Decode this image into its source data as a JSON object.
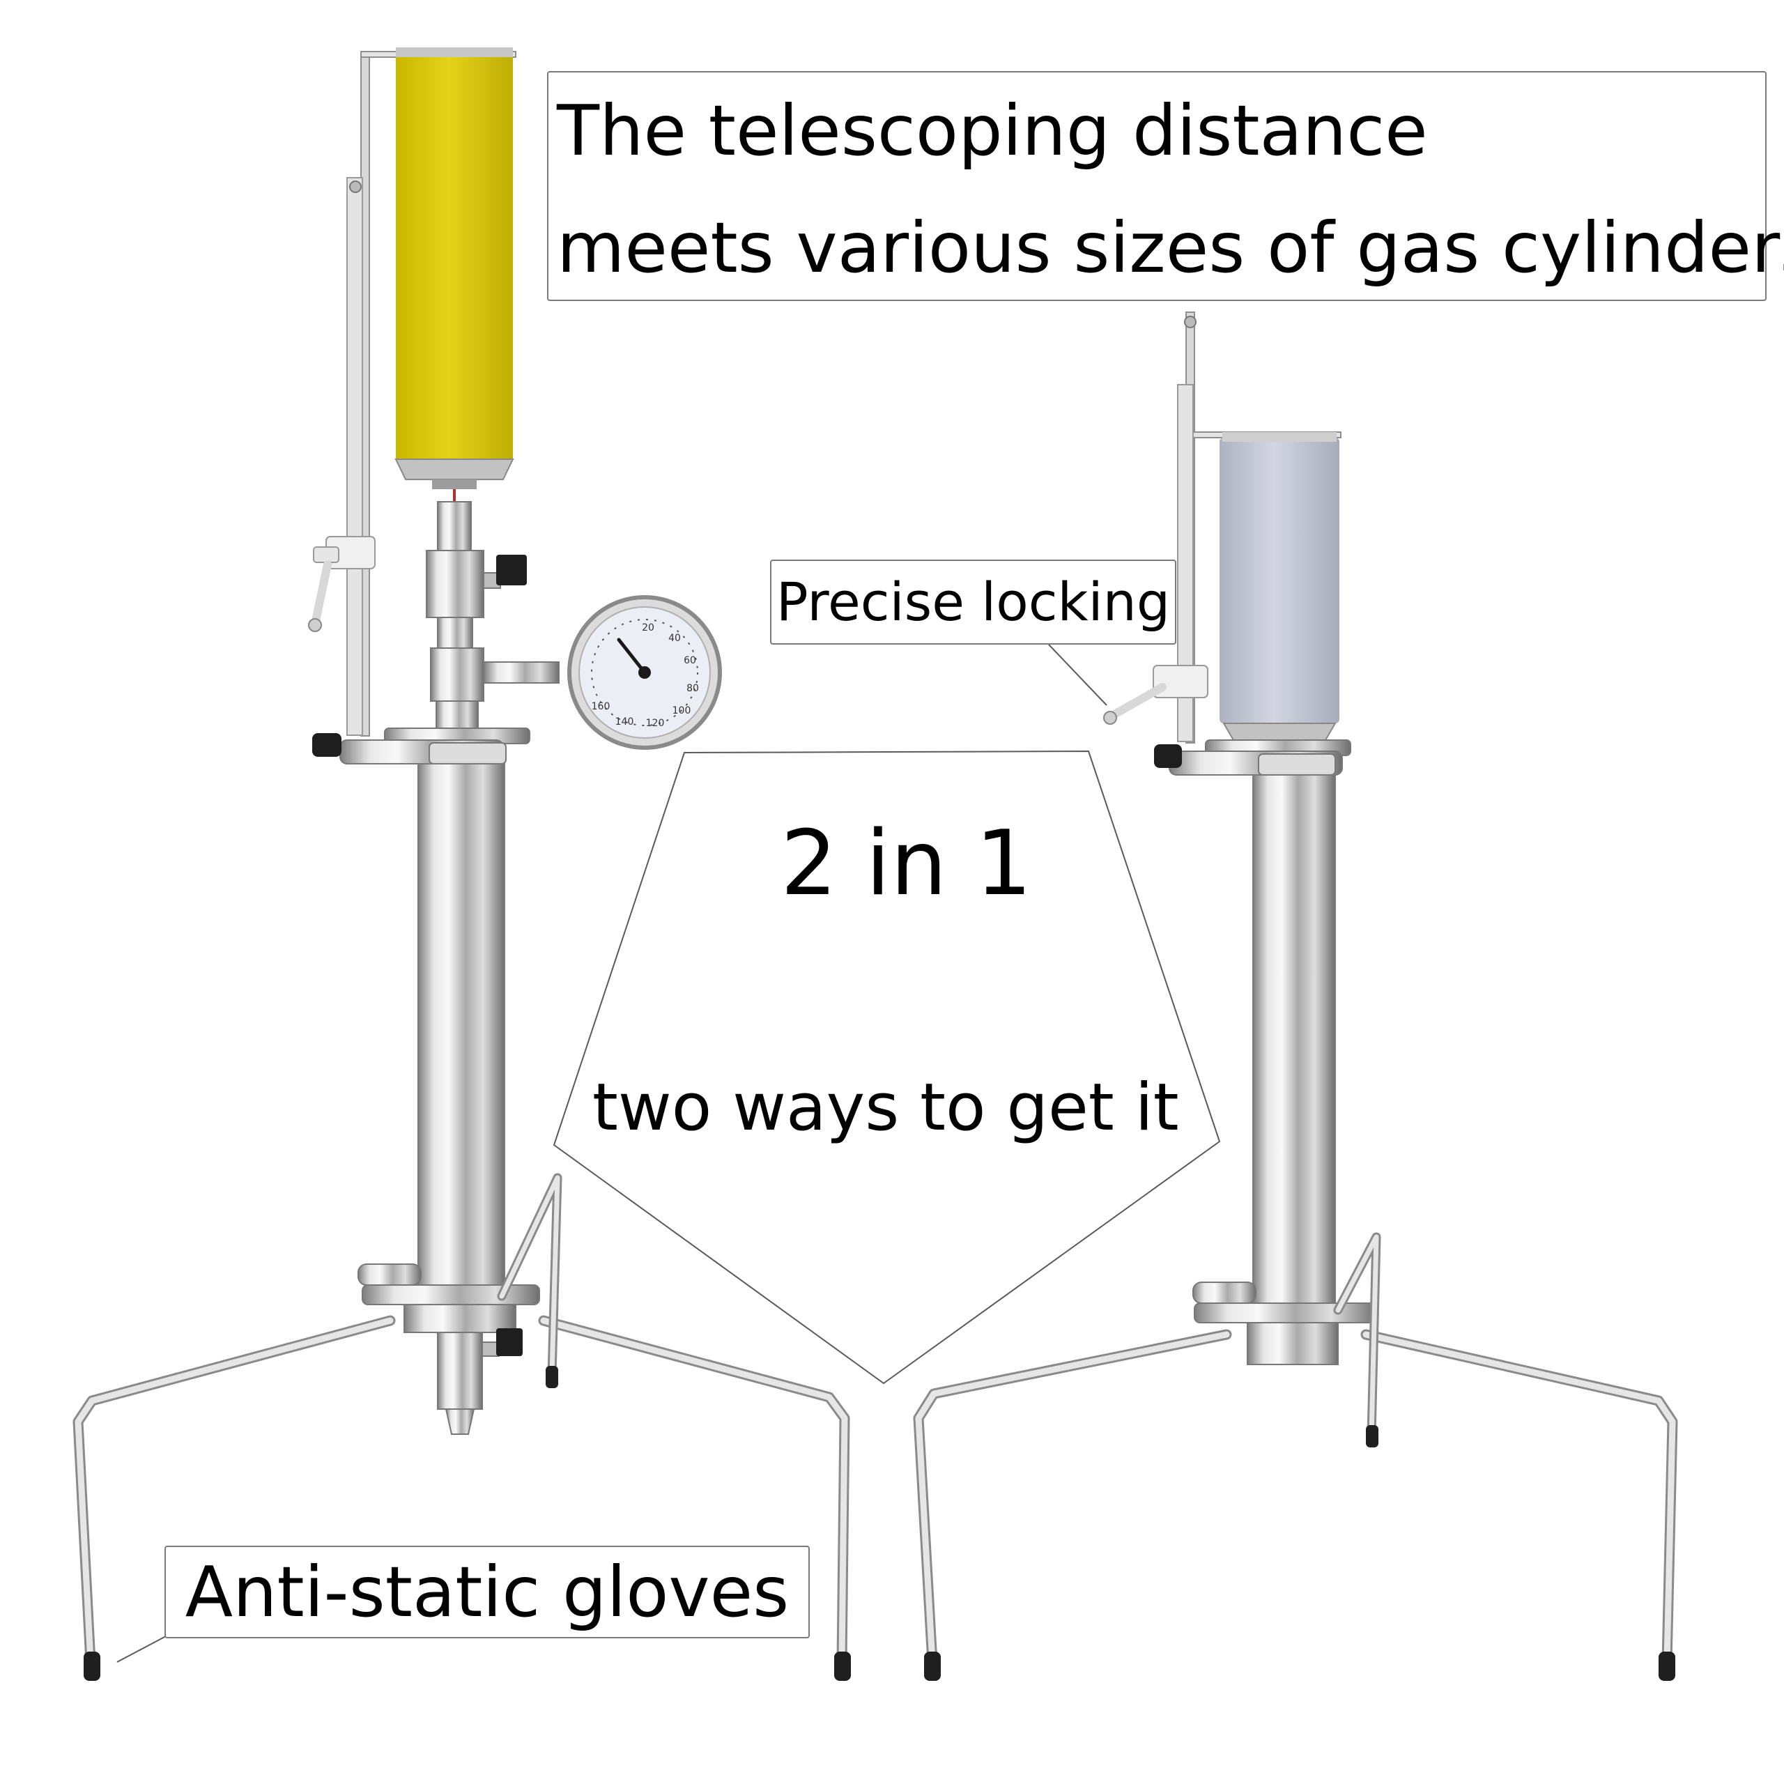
{
  "callouts": {
    "telescoping": {
      "line1": "The telescoping distance",
      "line2": "meets various sizes of gas cylinders"
    },
    "precise_locking": "Precise locking",
    "anti_static_gloves": "Anti-static gloves"
  },
  "center": {
    "headline": "2 in 1",
    "subline": "two ways to get it"
  },
  "gauge": {
    "scale_labels": [
      "20",
      "40",
      "60",
      "80",
      "100",
      "120",
      "140",
      "160"
    ]
  },
  "colors": {
    "background": "#ffffff",
    "yellow_can": "#d8c90a",
    "grey_can": "#c4c8d6",
    "steel": "#c9c9c9",
    "frame": "#dcdcdc",
    "rubber": "#1f1f1f",
    "outline": "#7a7a7a"
  },
  "icons": [
    "pressure-gauge-icon",
    "ball-valve-icon",
    "lock-lever-icon",
    "tripod-leg-icon"
  ]
}
